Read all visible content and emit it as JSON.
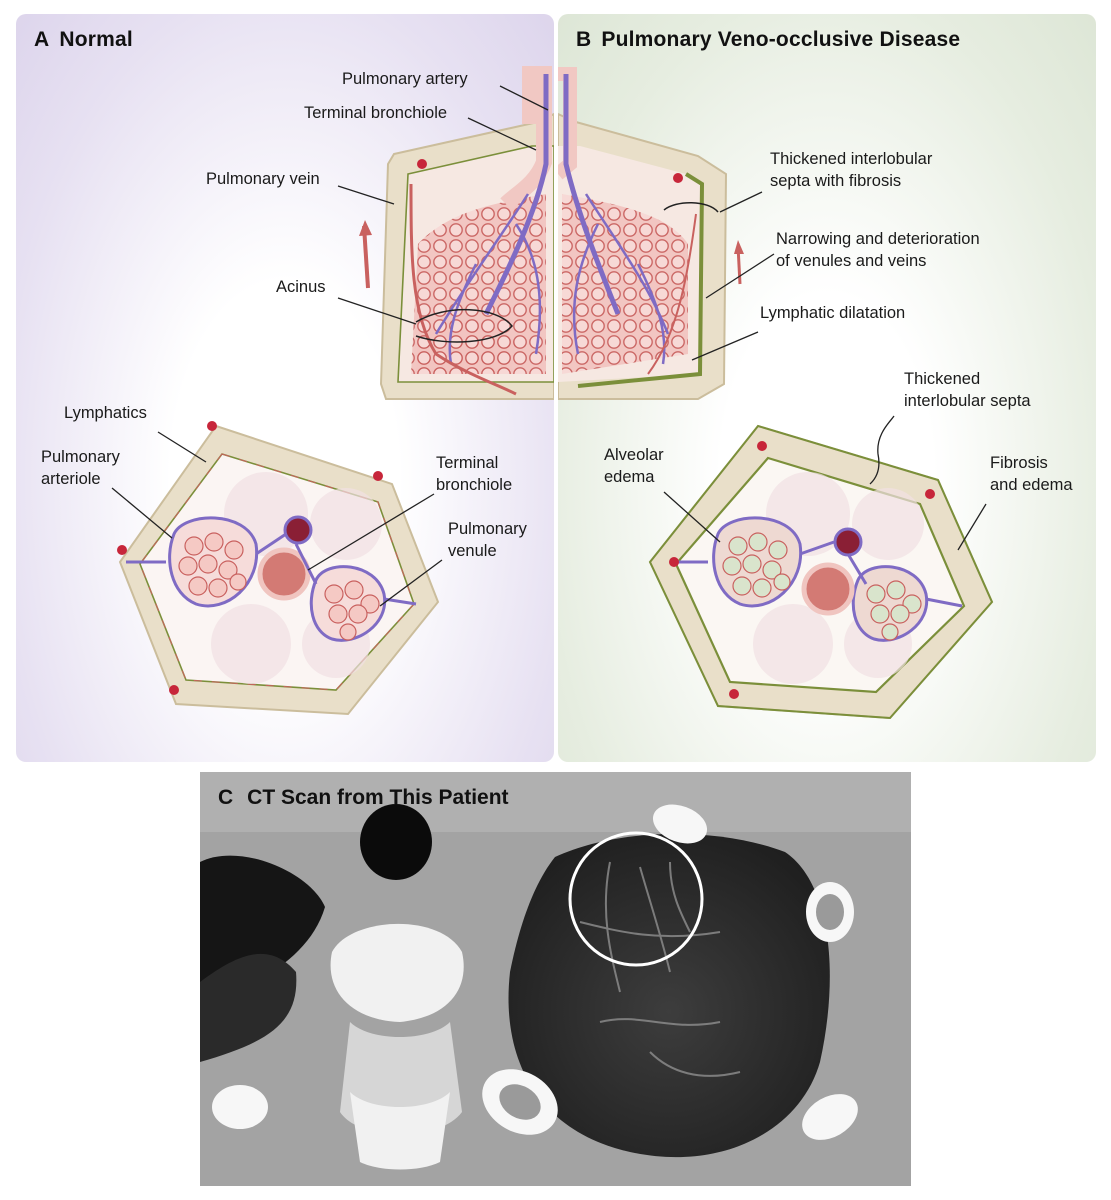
{
  "panelA": {
    "letter": "A",
    "title": "Normal",
    "labels": {
      "pulmonary_artery": "Pulmonary artery",
      "terminal_bronchiole": "Terminal bronchiole",
      "pulmonary_vein": "Pulmonary vein",
      "acinus": "Acinus",
      "lymphatics": "Lymphatics",
      "pulmonary_arteriole_1": "Pulmonary",
      "pulmonary_arteriole_2": "arteriole",
      "terminal_bronchiole_2a": "Terminal",
      "terminal_bronchiole_2b": "bronchiole",
      "pulmonary_venule_1": "Pulmonary",
      "pulmonary_venule_2": "venule"
    }
  },
  "panelB": {
    "letter": "B",
    "title": "Pulmonary Veno-occlusive Disease",
    "labels": {
      "thickened_septa_fibrosis_1": "Thickened interlobular",
      "thickened_septa_fibrosis_2": "septa with fibrosis",
      "narrowing_1": "Narrowing and deterioration",
      "narrowing_2": "of venules and veins",
      "lymphatic_dilatation": "Lymphatic dilatation",
      "thickened_septa_1": "Thickened",
      "thickened_septa_2": "interlobular septa",
      "alveolar_edema_1": "Alveolar",
      "alveolar_edema_2": "edema",
      "fibrosis_edema_1": "Fibrosis",
      "fibrosis_edema_2": "and edema"
    }
  },
  "panelC": {
    "letter": "C",
    "title": "CT Scan from This Patient"
  },
  "colors": {
    "normal_bg": "#e7e1f2",
    "pvod_bg": "#e6ede0",
    "vein": "#c9615f",
    "artery": "#7f6bc4",
    "septum": "#e9dfc9",
    "lymphatic": "#7b8f3a"
  }
}
